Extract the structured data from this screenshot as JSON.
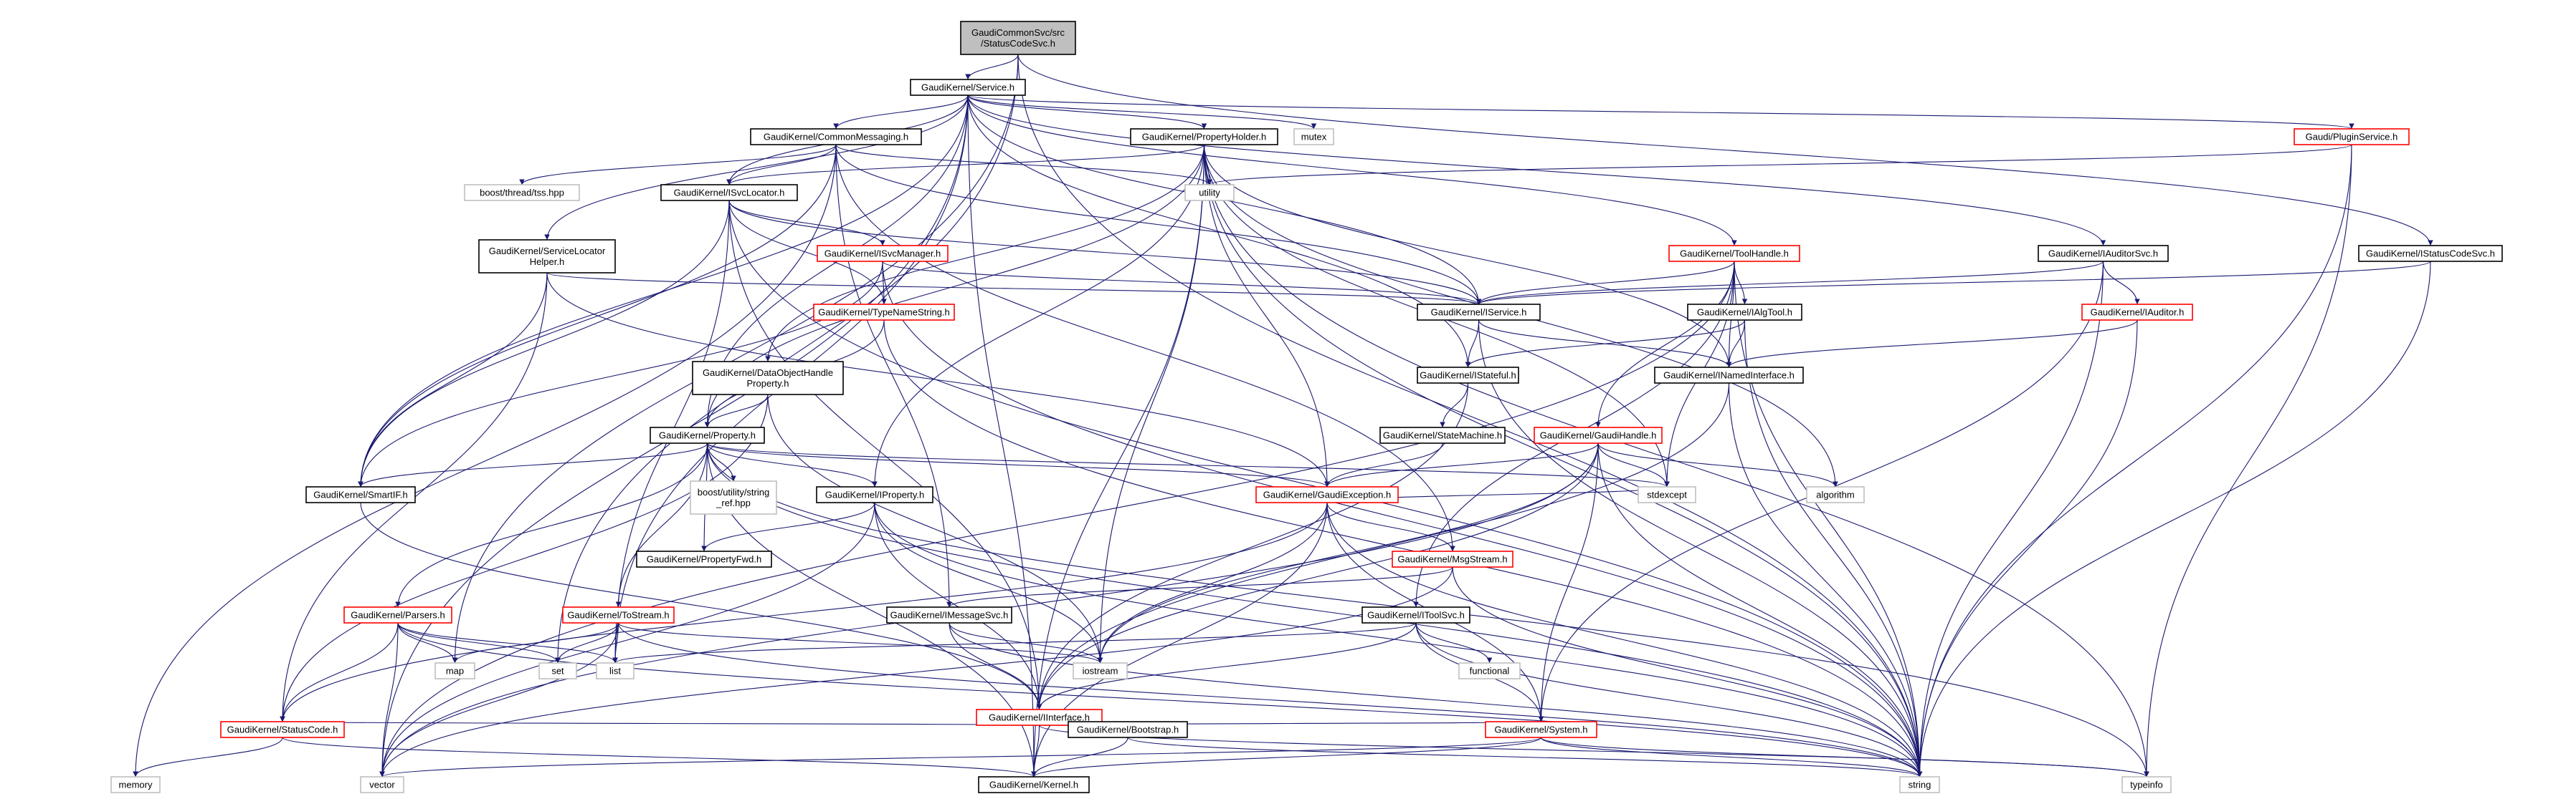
{
  "diagram": {
    "colors": {
      "edge": "#191970",
      "root_fill": "#bfbfbf",
      "root_border": "#000000",
      "documented_border": "#000000",
      "undocumented_border": "#ff0000",
      "external_border": "#bfbfbf",
      "node_fill": "#ffffff"
    },
    "nodes": [
      {
        "id": "root",
        "lines": [
          "GaudiCommonSvc/src",
          "/StatusCodeSvc.h"
        ],
        "kind": "root"
      },
      {
        "id": "service",
        "lines": [
          "GaudiKernel/Service.h"
        ],
        "kind": "doc"
      },
      {
        "id": "commonmsg",
        "lines": [
          "GaudiKernel/CommonMessaging.h"
        ],
        "kind": "doc"
      },
      {
        "id": "propholder",
        "lines": [
          "GaudiKernel/PropertyHolder.h"
        ],
        "kind": "doc"
      },
      {
        "id": "mutex",
        "lines": [
          "mutex"
        ],
        "kind": "ext"
      },
      {
        "id": "pluginsvc",
        "lines": [
          "Gaudi/PluginService.h"
        ],
        "kind": "undoc"
      },
      {
        "id": "threadtss",
        "lines": [
          "boost/thread/tss.hpp"
        ],
        "kind": "ext"
      },
      {
        "id": "utility",
        "lines": [
          "utility"
        ],
        "kind": "ext"
      },
      {
        "id": "isvclocator",
        "lines": [
          "GaudiKernel/ISvcLocator.h"
        ],
        "kind": "doc"
      },
      {
        "id": "svclochelper",
        "lines": [
          "GaudiKernel/ServiceLocator",
          "Helper.h"
        ],
        "kind": "doc"
      },
      {
        "id": "isvcmanager",
        "lines": [
          "GaudiKernel/ISvcManager.h"
        ],
        "kind": "undoc"
      },
      {
        "id": "toolhandle",
        "lines": [
          "GaudiKernel/ToolHandle.h"
        ],
        "kind": "undoc"
      },
      {
        "id": "iauditorsvc",
        "lines": [
          "GaudiKernel/IAuditorSvc.h"
        ],
        "kind": "doc"
      },
      {
        "id": "istatuscodesvc",
        "lines": [
          "GaudiKernel/IStatusCodeSvc.h"
        ],
        "kind": "doc"
      },
      {
        "id": "typenamestring",
        "lines": [
          "GaudiKernel/TypeNameString.h"
        ],
        "kind": "undoc"
      },
      {
        "id": "iservice",
        "lines": [
          "GaudiKernel/IService.h"
        ],
        "kind": "doc"
      },
      {
        "id": "ialgtool",
        "lines": [
          "GaudiKernel/IAlgTool.h"
        ],
        "kind": "doc"
      },
      {
        "id": "iauditor",
        "lines": [
          "GaudiKernel/IAuditor.h"
        ],
        "kind": "undoc"
      },
      {
        "id": "dataobjhandle",
        "lines": [
          "GaudiKernel/DataObjectHandle",
          "Property.h"
        ],
        "kind": "doc"
      },
      {
        "id": "istateful",
        "lines": [
          "GaudiKernel/IStateful.h"
        ],
        "kind": "doc"
      },
      {
        "id": "inamed",
        "lines": [
          "GaudiKernel/INamedInterface.h"
        ],
        "kind": "doc"
      },
      {
        "id": "property",
        "lines": [
          "GaudiKernel/Property.h"
        ],
        "kind": "doc"
      },
      {
        "id": "statemachine",
        "lines": [
          "GaudiKernel/StateMachine.h"
        ],
        "kind": "doc"
      },
      {
        "id": "gaudihandle",
        "lines": [
          "GaudiKernel/GaudiHandle.h"
        ],
        "kind": "undoc"
      },
      {
        "id": "smartif",
        "lines": [
          "GaudiKernel/SmartIF.h"
        ],
        "kind": "doc"
      },
      {
        "id": "boostref",
        "lines": [
          "boost/utility/string",
          "_ref.hpp"
        ],
        "kind": "ext"
      },
      {
        "id": "iproperty",
        "lines": [
          "GaudiKernel/IProperty.h"
        ],
        "kind": "doc"
      },
      {
        "id": "gaudiexc",
        "lines": [
          "GaudiKernel/GaudiException.h"
        ],
        "kind": "undoc"
      },
      {
        "id": "stdexcept",
        "lines": [
          "stdexcept"
        ],
        "kind": "ext"
      },
      {
        "id": "algorithm",
        "lines": [
          "algorithm"
        ],
        "kind": "ext"
      },
      {
        "id": "propfwd",
        "lines": [
          "GaudiKernel/PropertyFwd.h"
        ],
        "kind": "doc"
      },
      {
        "id": "msgstream",
        "lines": [
          "GaudiKernel/MsgStream.h"
        ],
        "kind": "undoc"
      },
      {
        "id": "parsers",
        "lines": [
          "GaudiKernel/Parsers.h"
        ],
        "kind": "undoc"
      },
      {
        "id": "tostream",
        "lines": [
          "GaudiKernel/ToStream.h"
        ],
        "kind": "undoc"
      },
      {
        "id": "imessagesvc",
        "lines": [
          "GaudiKernel/IMessageSvc.h"
        ],
        "kind": "doc"
      },
      {
        "id": "itoolsvc",
        "lines": [
          "GaudiKernel/IToolSvc.h"
        ],
        "kind": "doc"
      },
      {
        "id": "map",
        "lines": [
          "map"
        ],
        "kind": "ext"
      },
      {
        "id": "set",
        "lines": [
          "set"
        ],
        "kind": "ext"
      },
      {
        "id": "list",
        "lines": [
          "list"
        ],
        "kind": "ext"
      },
      {
        "id": "iostream",
        "lines": [
          "iostream"
        ],
        "kind": "ext"
      },
      {
        "id": "functional",
        "lines": [
          "functional"
        ],
        "kind": "ext"
      },
      {
        "id": "iinterface",
        "lines": [
          "GaudiKernel/IInterface.h"
        ],
        "kind": "undoc"
      },
      {
        "id": "statuscode",
        "lines": [
          "GaudiKernel/StatusCode.h"
        ],
        "kind": "undoc"
      },
      {
        "id": "bootstrap",
        "lines": [
          "GaudiKernel/Bootstrap.h"
        ],
        "kind": "doc"
      },
      {
        "id": "system",
        "lines": [
          "GaudiKernel/System.h"
        ],
        "kind": "undoc"
      },
      {
        "id": "memory",
        "lines": [
          "memory"
        ],
        "kind": "ext"
      },
      {
        "id": "vector",
        "lines": [
          "vector"
        ],
        "kind": "ext"
      },
      {
        "id": "kernel",
        "lines": [
          "GaudiKernel/Kernel.h"
        ],
        "kind": "doc"
      },
      {
        "id": "string",
        "lines": [
          "string"
        ],
        "kind": "ext"
      },
      {
        "id": "typeinfo",
        "lines": [
          "typeinfo"
        ],
        "kind": "ext"
      }
    ],
    "edges": [
      [
        "root",
        "service"
      ],
      [
        "root",
        "istatuscodesvc"
      ],
      [
        "root",
        "string"
      ],
      [
        "root",
        "set"
      ],
      [
        "root",
        "map"
      ],
      [
        "service",
        "commonmsg"
      ],
      [
        "service",
        "propholder"
      ],
      [
        "service",
        "mutex"
      ],
      [
        "service",
        "pluginsvc"
      ],
      [
        "service",
        "isvclocator"
      ],
      [
        "service",
        "svclochelper"
      ],
      [
        "service",
        "toolhandle"
      ],
      [
        "service",
        "iauditorsvc"
      ],
      [
        "service",
        "iservice"
      ],
      [
        "service",
        "istateful"
      ],
      [
        "service",
        "property"
      ],
      [
        "service",
        "smartif"
      ],
      [
        "service",
        "vector"
      ],
      [
        "service",
        "list"
      ],
      [
        "service",
        "kernel"
      ],
      [
        "commonmsg",
        "threadtss"
      ],
      [
        "commonmsg",
        "utility"
      ],
      [
        "commonmsg",
        "isvclocator"
      ],
      [
        "commonmsg",
        "imessagesvc"
      ],
      [
        "commonmsg",
        "msgstream"
      ],
      [
        "commonmsg",
        "smartif"
      ],
      [
        "commonmsg",
        "memory"
      ],
      [
        "commonmsg",
        "iservice"
      ],
      [
        "propholder",
        "utility"
      ],
      [
        "propholder",
        "isvclocator"
      ],
      [
        "propholder",
        "property"
      ],
      [
        "propholder",
        "iproperty"
      ],
      [
        "propholder",
        "dataobjhandle"
      ],
      [
        "propholder",
        "inamed"
      ],
      [
        "propholder",
        "gaudiexc"
      ],
      [
        "propholder",
        "algorithm"
      ],
      [
        "propholder",
        "string"
      ],
      [
        "propholder",
        "stdexcept"
      ],
      [
        "propholder",
        "iostream"
      ],
      [
        "propholder",
        "kernel"
      ],
      [
        "propholder",
        "typeinfo"
      ],
      [
        "pluginsvc",
        "utility"
      ],
      [
        "pluginsvc",
        "string"
      ],
      [
        "pluginsvc",
        "typeinfo"
      ],
      [
        "isvclocator",
        "isvcmanager"
      ],
      [
        "isvclocator",
        "typenamestring"
      ],
      [
        "isvclocator",
        "smartif"
      ],
      [
        "isvclocator",
        "iinterface"
      ],
      [
        "isvclocator",
        "string"
      ],
      [
        "isvclocator",
        "list"
      ],
      [
        "isvclocator",
        "iservice"
      ],
      [
        "svclochelper",
        "iservice"
      ],
      [
        "svclochelper",
        "smartif"
      ],
      [
        "svclochelper",
        "statuscode"
      ],
      [
        "svclochelper",
        "gaudiexc"
      ],
      [
        "isvcmanager",
        "iservice"
      ],
      [
        "isvcmanager",
        "typenamestring"
      ],
      [
        "isvcmanager",
        "smartif"
      ],
      [
        "isvcmanager",
        "string"
      ],
      [
        "toolhandle",
        "ialgtool"
      ],
      [
        "toolhandle",
        "gaudihandle"
      ],
      [
        "toolhandle",
        "inamed"
      ],
      [
        "toolhandle",
        "itoolsvc"
      ],
      [
        "toolhandle",
        "iservice"
      ],
      [
        "toolhandle",
        "string"
      ],
      [
        "toolhandle",
        "stdexcept"
      ],
      [
        "toolhandle",
        "vector"
      ],
      [
        "iauditorsvc",
        "iauditor"
      ],
      [
        "iauditorsvc",
        "iservice"
      ],
      [
        "iauditorsvc",
        "system"
      ],
      [
        "iauditorsvc",
        "string"
      ],
      [
        "istatuscodesvc",
        "iservice"
      ],
      [
        "istatuscodesvc",
        "string"
      ],
      [
        "typenamestring",
        "property"
      ],
      [
        "typenamestring",
        "string"
      ],
      [
        "iservice",
        "istateful"
      ],
      [
        "iservice",
        "inamed"
      ],
      [
        "iservice",
        "string"
      ],
      [
        "ialgtool",
        "istateful"
      ],
      [
        "ialgtool",
        "inamed"
      ],
      [
        "ialgtool",
        "string"
      ],
      [
        "iauditor",
        "inamed"
      ],
      [
        "iauditor",
        "string"
      ],
      [
        "dataobjhandle",
        "property"
      ],
      [
        "dataobjhandle",
        "statuscode"
      ],
      [
        "dataobjhandle",
        "iostream"
      ],
      [
        "istateful",
        "statemachine"
      ],
      [
        "istateful",
        "iinterface"
      ],
      [
        "inamed",
        "iinterface"
      ],
      [
        "inamed",
        "string"
      ],
      [
        "property",
        "smartif"
      ],
      [
        "property",
        "boostref"
      ],
      [
        "property",
        "iproperty"
      ],
      [
        "property",
        "propfwd"
      ],
      [
        "property",
        "parsers"
      ],
      [
        "property",
        "tostream"
      ],
      [
        "property",
        "gaudiexc"
      ],
      [
        "property",
        "string"
      ],
      [
        "property",
        "stdexcept"
      ],
      [
        "property",
        "typeinfo"
      ],
      [
        "property",
        "kernel"
      ],
      [
        "statemachine",
        "gaudiexc"
      ],
      [
        "gaudihandle",
        "gaudiexc"
      ],
      [
        "gaudihandle",
        "system"
      ],
      [
        "gaudihandle",
        "string"
      ],
      [
        "gaudihandle",
        "stdexcept"
      ],
      [
        "gaudihandle",
        "algorithm"
      ],
      [
        "gaudihandle",
        "vector"
      ],
      [
        "gaudihandle",
        "iinterface"
      ],
      [
        "gaudihandle",
        "iostream"
      ],
      [
        "smartif",
        "iinterface"
      ],
      [
        "iproperty",
        "propfwd"
      ],
      [
        "iproperty",
        "iinterface"
      ],
      [
        "iproperty",
        "iostream"
      ],
      [
        "iproperty",
        "string"
      ],
      [
        "iproperty",
        "vector"
      ],
      [
        "gaudiexc",
        "msgstream"
      ],
      [
        "gaudiexc",
        "system"
      ],
      [
        "gaudiexc",
        "statuscode"
      ],
      [
        "gaudiexc",
        "string"
      ],
      [
        "gaudiexc",
        "stdexcept"
      ],
      [
        "gaudiexc",
        "iostream"
      ],
      [
        "gaudiexc",
        "kernel"
      ],
      [
        "msgstream",
        "imessagesvc"
      ],
      [
        "msgstream",
        "string"
      ],
      [
        "msgstream",
        "vector"
      ],
      [
        "parsers",
        "statuscode"
      ],
      [
        "parsers",
        "vector"
      ],
      [
        "parsers",
        "map"
      ],
      [
        "parsers",
        "set"
      ],
      [
        "parsers",
        "list"
      ],
      [
        "parsers",
        "string"
      ],
      [
        "tostream",
        "iostream"
      ],
      [
        "tostream",
        "map"
      ],
      [
        "tostream",
        "set"
      ],
      [
        "tostream",
        "list"
      ],
      [
        "tostream",
        "vector"
      ],
      [
        "tostream",
        "string"
      ],
      [
        "imessagesvc",
        "iinterface"
      ],
      [
        "imessagesvc",
        "string"
      ],
      [
        "imessagesvc",
        "iostream"
      ],
      [
        "itoolsvc",
        "iinterface"
      ],
      [
        "itoolsvc",
        "functional"
      ],
      [
        "itoolsvc",
        "system"
      ],
      [
        "itoolsvc",
        "list"
      ],
      [
        "itoolsvc",
        "string"
      ],
      [
        "iinterface",
        "statuscode"
      ],
      [
        "iinterface",
        "system"
      ],
      [
        "iinterface",
        "kernel"
      ],
      [
        "iinterface",
        "typeinfo"
      ],
      [
        "statuscode",
        "kernel"
      ],
      [
        "statuscode",
        "memory"
      ],
      [
        "bootstrap",
        "kernel"
      ],
      [
        "bootstrap",
        "string"
      ],
      [
        "system",
        "kernel"
      ],
      [
        "system",
        "string"
      ],
      [
        "system",
        "vector"
      ],
      [
        "system",
        "typeinfo"
      ]
    ]
  }
}
